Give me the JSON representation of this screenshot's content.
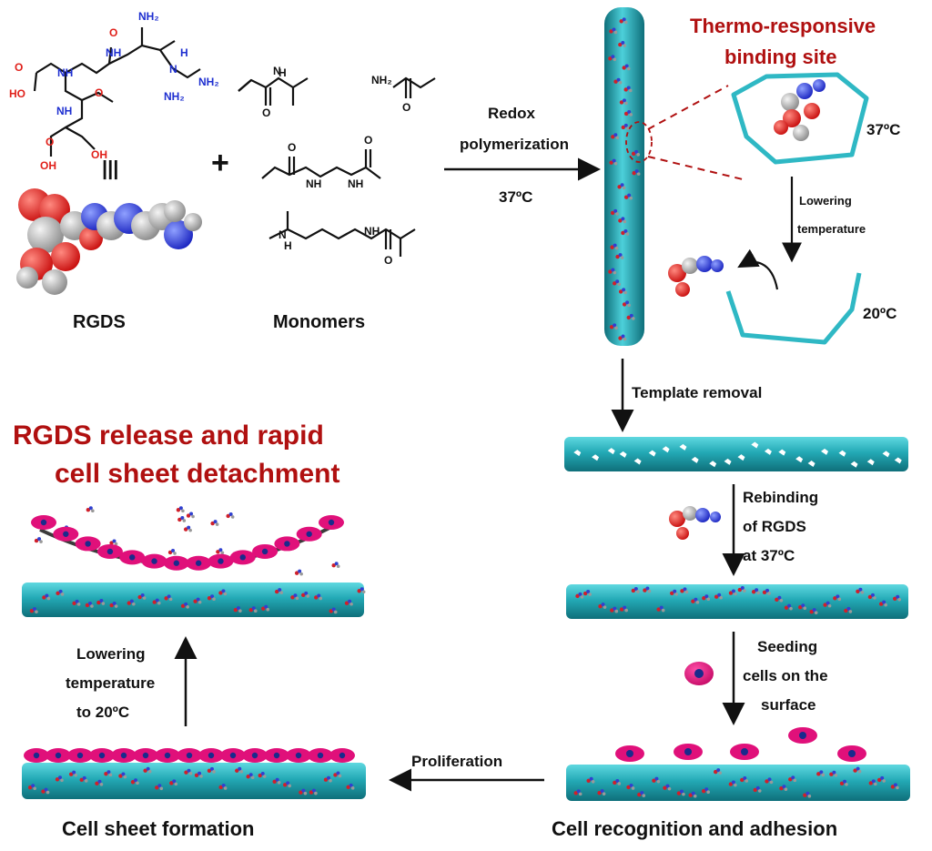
{
  "labels": {
    "rgds": "RGDS",
    "monomers": "Monomers",
    "redox_line1": "Redox",
    "redox_line2": "polymerization",
    "redox_temp": "37ºC",
    "site_line1": "Thermo-responsive",
    "site_line2": "binding site",
    "site_temp": "37ºC",
    "lowering_line1": "Lowering",
    "lowering_line2": "temperature",
    "cold_temp": "20ºC",
    "template_removal": "Template removal",
    "rebinding_line1": "Rebinding",
    "rebinding_line2": "of RGDS",
    "rebinding_line3": "at 37ºC",
    "seeding_line1": "Seeding",
    "seeding_line2": "cells on the",
    "seeding_line3": "surface",
    "recognition": "Cell recognition and adhesion",
    "proliferation": "Proliferation",
    "sheet_formation": "Cell sheet formation",
    "lower20_line1": "Lowering",
    "lower20_line2": "temperature",
    "lower20_line3": "to 20ºC",
    "release_line1": "RGDS release and rapid",
    "release_line2": "cell sheet detachment"
  },
  "chem": {
    "nh2": "NH₂",
    "nh": "NH",
    "n": "N",
    "h": "H",
    "o": "O",
    "oh": "OH",
    "ho": "HO",
    "plus": "+",
    "equiv": "|||"
  },
  "colors": {
    "substrate_top": "#37c4cf",
    "substrate_bottom": "#0f6f7a",
    "cell_fill": "#e0107a",
    "nucleus_fill": "#1a2b8c",
    "label_red": "#b01010",
    "oxygen_red": "#e0201a",
    "nitrogen_blue": "#1e2fd0"
  }
}
